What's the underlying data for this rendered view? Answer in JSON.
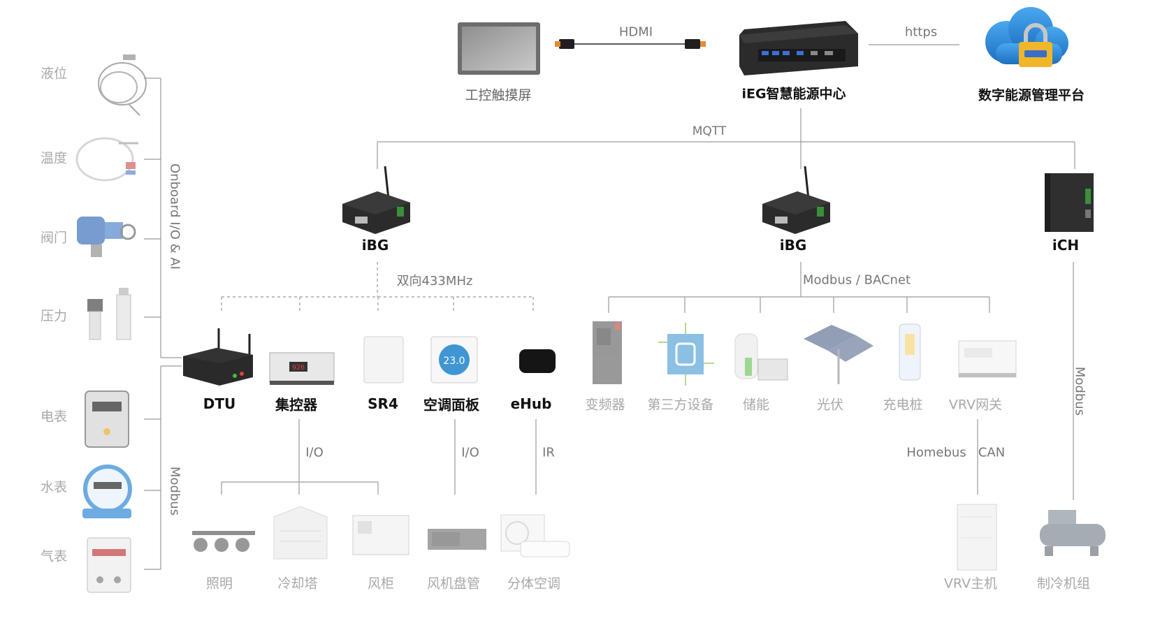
{
  "top": {
    "touchscreen": "工控触摸屏",
    "hdmi": "HDMI",
    "ieg": "iEG智慧能源中心",
    "https": "https",
    "platform": "数字能源管理平台",
    "mqtt": "MQTT"
  },
  "gateways": {
    "ibg_left": "iBG",
    "ibg_mid": "iBG",
    "ich": "iCH"
  },
  "sensors": {
    "items": [
      "液位",
      "温度",
      "阀门",
      "压力"
    ],
    "bus_label": "Onboard I/O & AI"
  },
  "meters": {
    "items": [
      "电表",
      "水表",
      "气表"
    ],
    "bus_label": "Modbus"
  },
  "wireless": {
    "label": "双向433MHz",
    "devices": [
      "DTU",
      "集控器",
      "SR4",
      "空调面板",
      "eHub"
    ]
  },
  "wired": {
    "label": "Modbus / BACnet",
    "devices": [
      "变频器",
      "第三方设备",
      "储能",
      "光伏",
      "充电桩",
      "VRV网关"
    ]
  },
  "ich_bus": "Modbus",
  "links": {
    "io_1": "I/O",
    "io_2": "I/O",
    "ir": "IR",
    "homebus": "Homebus",
    "can": "CAN"
  },
  "terminals": [
    "照明",
    "冷却塔",
    "风柜",
    "风机盘管",
    "分体空调",
    "VRV主机",
    "制冷机组"
  ],
  "colors": {
    "line": "#9a9a9a",
    "cloud": "#2f86d8",
    "lock": "#f1b52a",
    "device_dark": "#2b2b2b",
    "device_light": "#d9d9d9"
  }
}
